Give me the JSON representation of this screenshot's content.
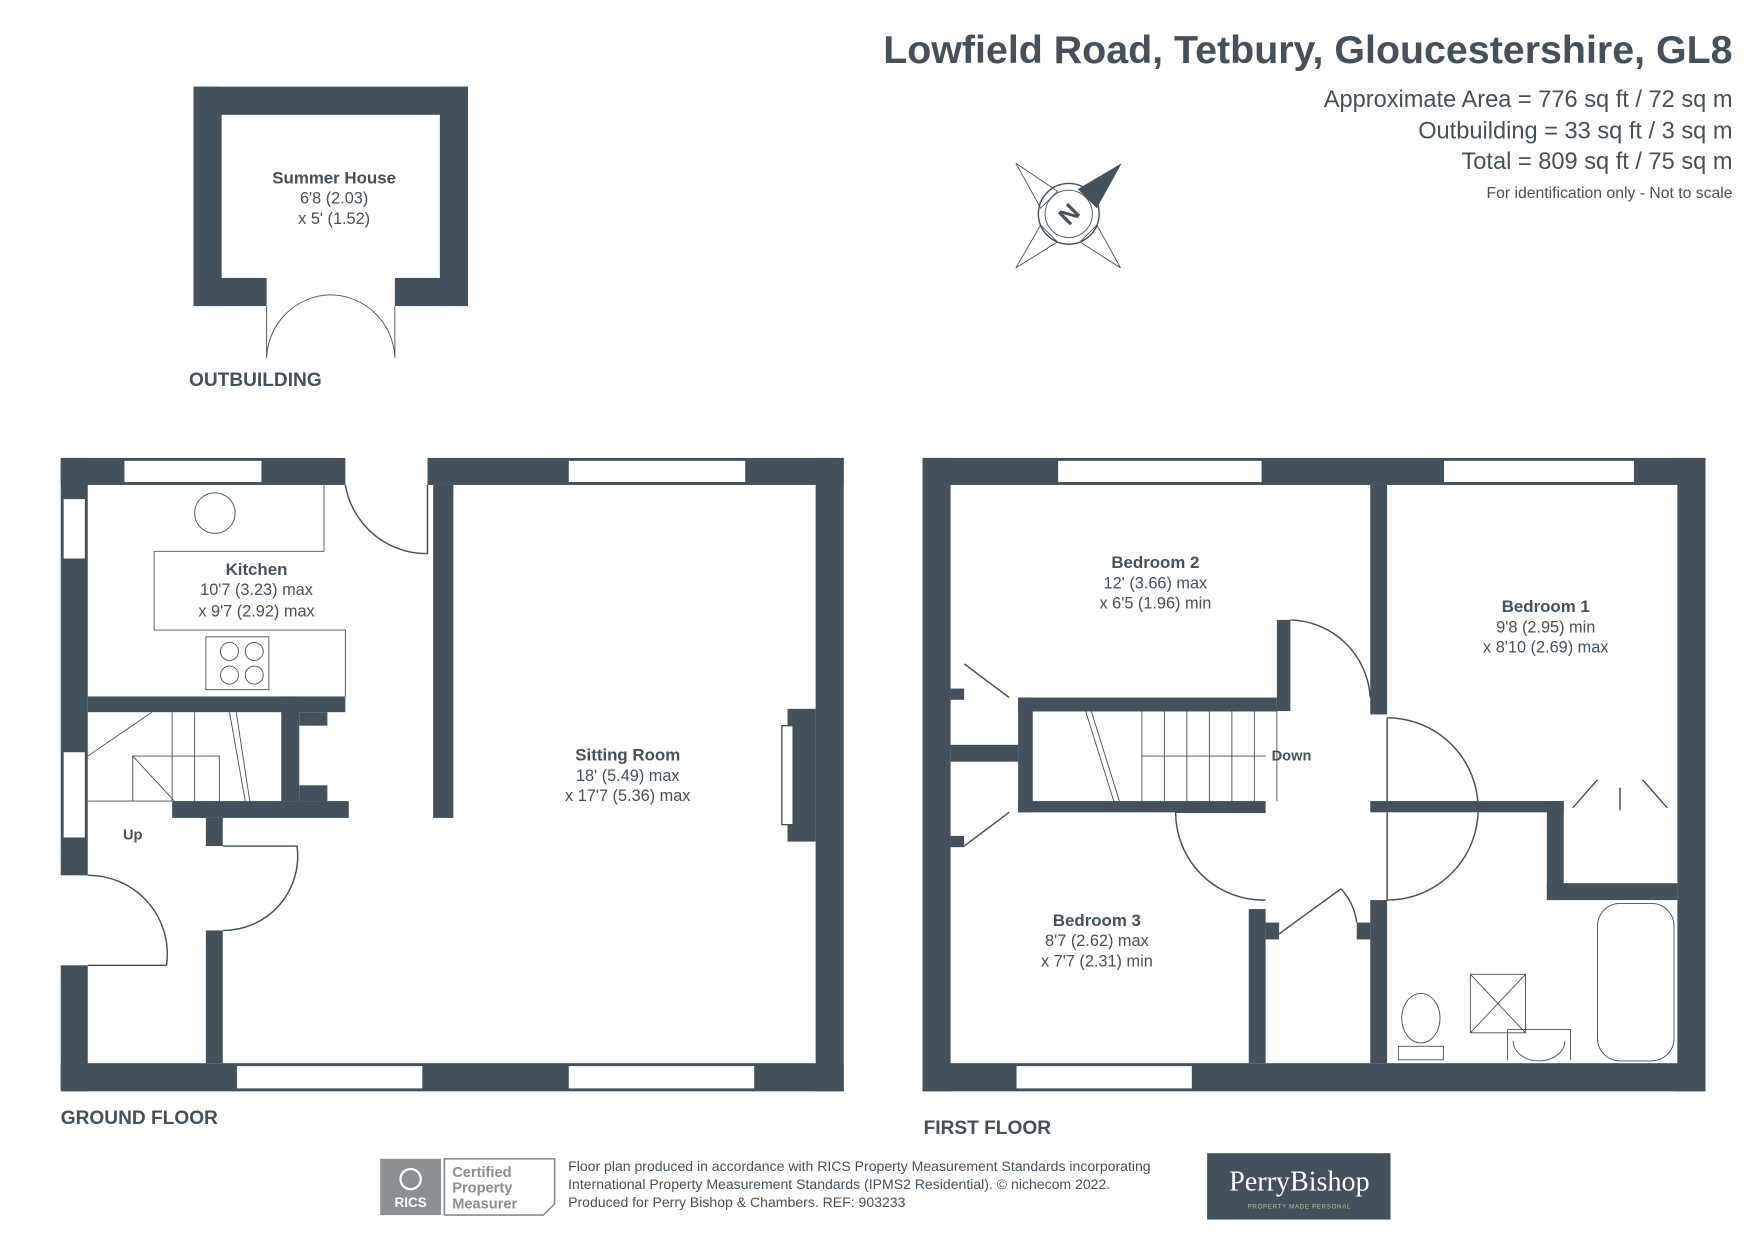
{
  "header": {
    "title": "Lowfield Road, Tetbury, Gloucestershire, GL8",
    "areas": [
      "Approximate Area = 776 sq ft / 72 sq m",
      "Outbuilding = 33 sq ft / 3 sq m",
      "Total = 809 sq ft / 75 sq m"
    ],
    "note": "For identification only - Not to scale"
  },
  "compass": {
    "label": "N"
  },
  "outbuilding": {
    "label": "OUTBUILDING",
    "room": {
      "name": "Summer House",
      "dims": [
        "6'8 (2.03)",
        "x 5' (1.52)"
      ]
    }
  },
  "ground_floor": {
    "label": "GROUND FLOOR",
    "rooms": [
      {
        "name": "Kitchen",
        "dims": [
          "10'7 (3.23) max",
          "x 9'7 (2.92) max"
        ]
      },
      {
        "name": "Sitting Room",
        "dims": [
          "18' (5.49) max",
          "x 17'7 (5.36) max"
        ]
      }
    ],
    "stair_label": "Up"
  },
  "first_floor": {
    "label": "FIRST FLOOR",
    "rooms": [
      {
        "name": "Bedroom 2",
        "dims": [
          "12' (3.66) max",
          "x 6'5 (1.96) min"
        ]
      },
      {
        "name": "Bedroom 1",
        "dims": [
          "9'8 (2.95) min",
          "x 8'10 (2.69) max"
        ]
      },
      {
        "name": "Bedroom 3",
        "dims": [
          "8'7 (2.62) max",
          "x 7'7 (2.31) min"
        ]
      }
    ],
    "stair_label": "Down"
  },
  "footer": {
    "rics_badge": "RICS",
    "certified": [
      "Certified",
      "Property",
      "Measurer"
    ],
    "lines": [
      "Floor plan produced in accordance with RICS Property Measurement Standards incorporating",
      "International Property Measurement Standards (IPMS2 Residential).   © nichecom 2022.",
      "Produced for Perry Bishop & Chambers.   REF: 903233"
    ],
    "brand": "PerryBishop",
    "tagline": "PROPERTY MADE PERSONAL"
  },
  "colors": {
    "wall": "#44515a",
    "rics_grey": "#8a8f93"
  }
}
